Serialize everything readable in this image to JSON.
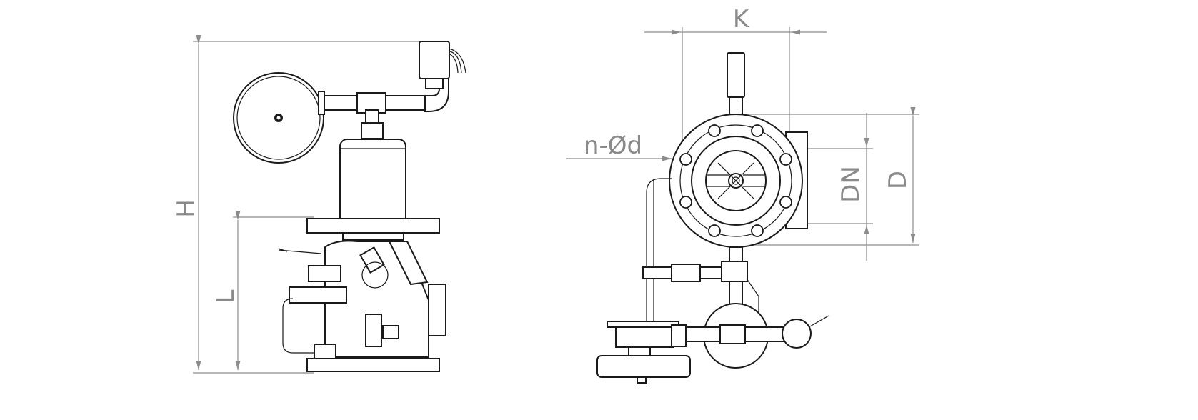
{
  "labels": {
    "height": "H",
    "length": "L",
    "bolt_circle": "K",
    "bolt_holes": "n-Ød",
    "nominal_diameter": "DN",
    "flange_diameter": "D"
  }
}
